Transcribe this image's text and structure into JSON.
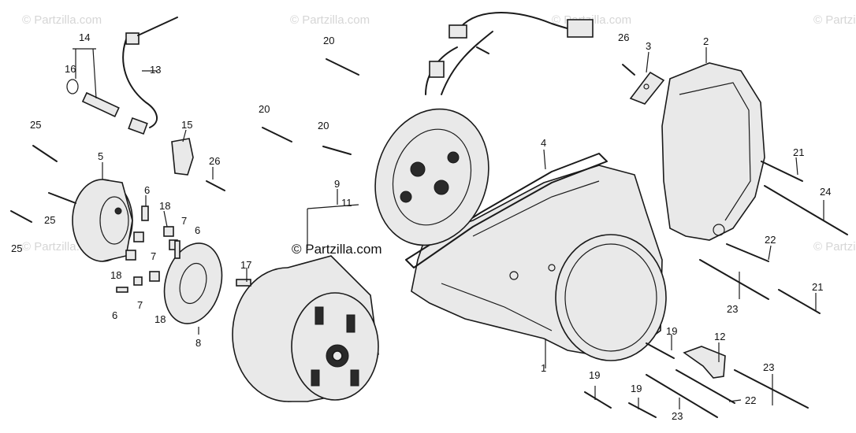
{
  "watermark": {
    "text": "© Partzilla.com",
    "center_text": "© Partzilla.com"
  },
  "callouts": {
    "c1": "1",
    "c2": "2",
    "c3": "3",
    "c4": "4",
    "c5": "5",
    "c6a": "6",
    "c6b": "6",
    "c6c": "6",
    "c7a": "7",
    "c7b": "7",
    "c7c": "7",
    "c8": "8",
    "c9": "9",
    "c11": "11",
    "c12": "12",
    "c13": "13",
    "c14": "14",
    "c15": "15",
    "c16": "16",
    "c17": "17",
    "c18a": "18",
    "c18b": "18",
    "c18c": "18",
    "c19a": "19",
    "c19b": "19",
    "c19c": "19",
    "c20a": "20",
    "c20b": "20",
    "c20c": "20",
    "c21a": "21",
    "c21b": "21",
    "c22a": "22",
    "c22b": "22",
    "c23a": "23",
    "c23b": "23",
    "c23c": "23",
    "c24": "24",
    "c25a": "25",
    "c25b": "25",
    "c25c": "25",
    "c26a": "26",
    "c26b": "26"
  }
}
